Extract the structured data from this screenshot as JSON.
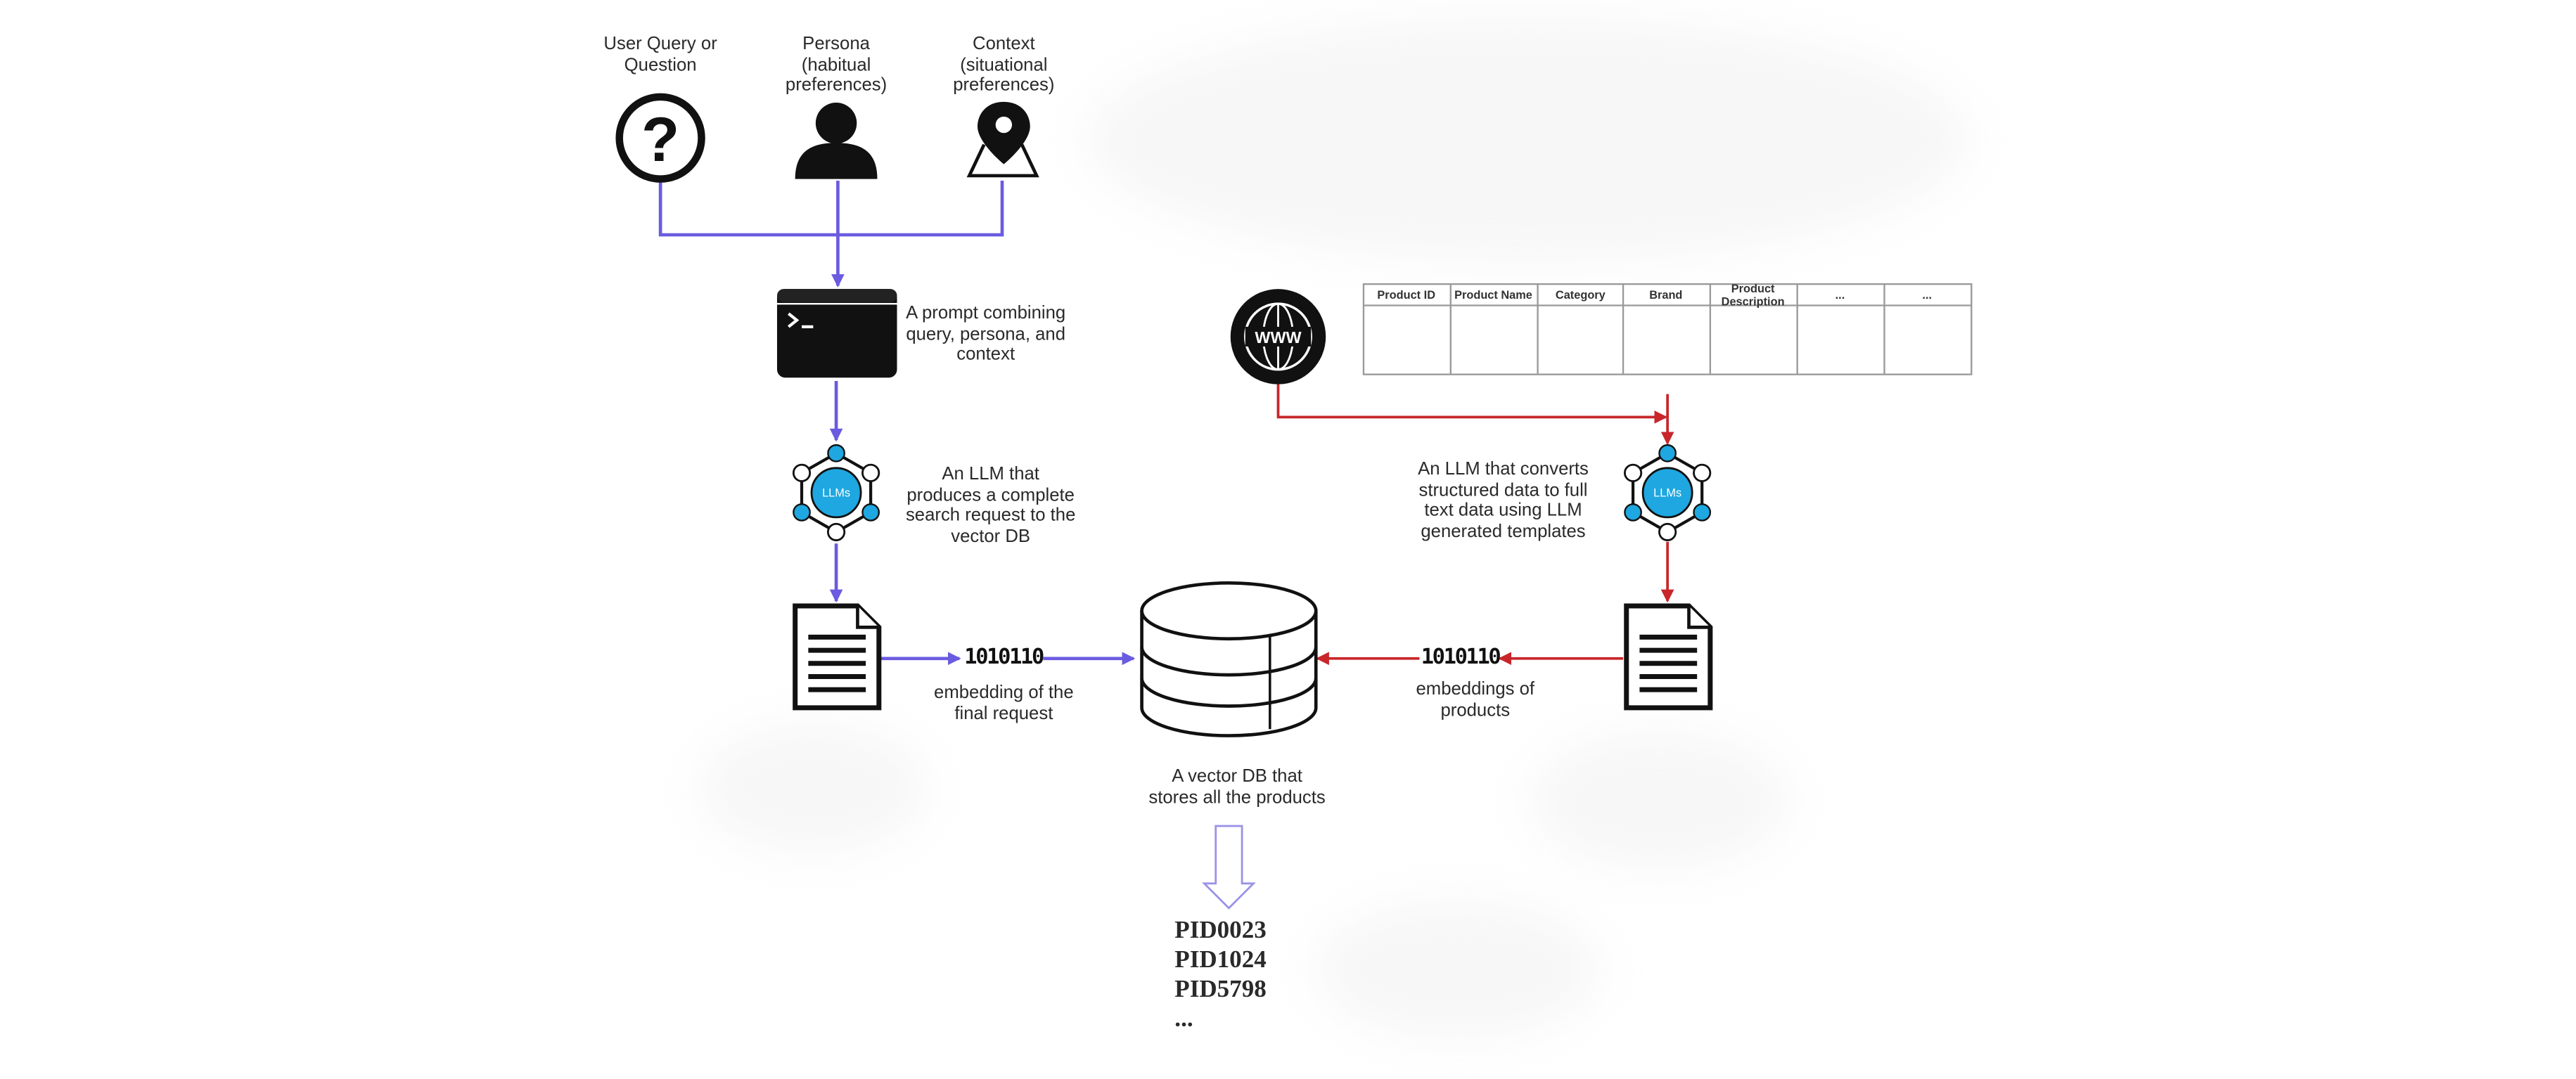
{
  "inputs": {
    "query_label": "User Query or\nQuestion",
    "persona_label": "Persona\n(habitual\npreferences)",
    "context_label": "Context\n(situational\npreferences)"
  },
  "prompt_label": "A prompt combining\nquery, persona, and\ncontext",
  "llm_left_label": "An LLM that\nproduces a complete\nsearch request to the\nvector DB",
  "llm_right_label": "An LLM that converts\nstructured data to full\ntext data using LLM\ngenerated templates",
  "llm_icon_text": "LLMs",
  "binary_text": "1010110",
  "embedding_left_label": "embedding of the\nfinal request",
  "embedding_right_label": "embeddings of\nproducts",
  "vector_db_label": "A vector DB that\nstores all the products",
  "www_text": "WWW",
  "product_table": {
    "headers": [
      "Product ID",
      "Product Name",
      "Category",
      "Brand",
      "Product\nDescription",
      "...",
      "..."
    ]
  },
  "results": [
    "PID0023",
    "PID1024",
    "PID5798",
    "..."
  ],
  "colors": {
    "left_flow": "#6a5be0",
    "right_flow": "#c8262a",
    "llm_node": "#1ea7e0",
    "icon": "#111111"
  }
}
